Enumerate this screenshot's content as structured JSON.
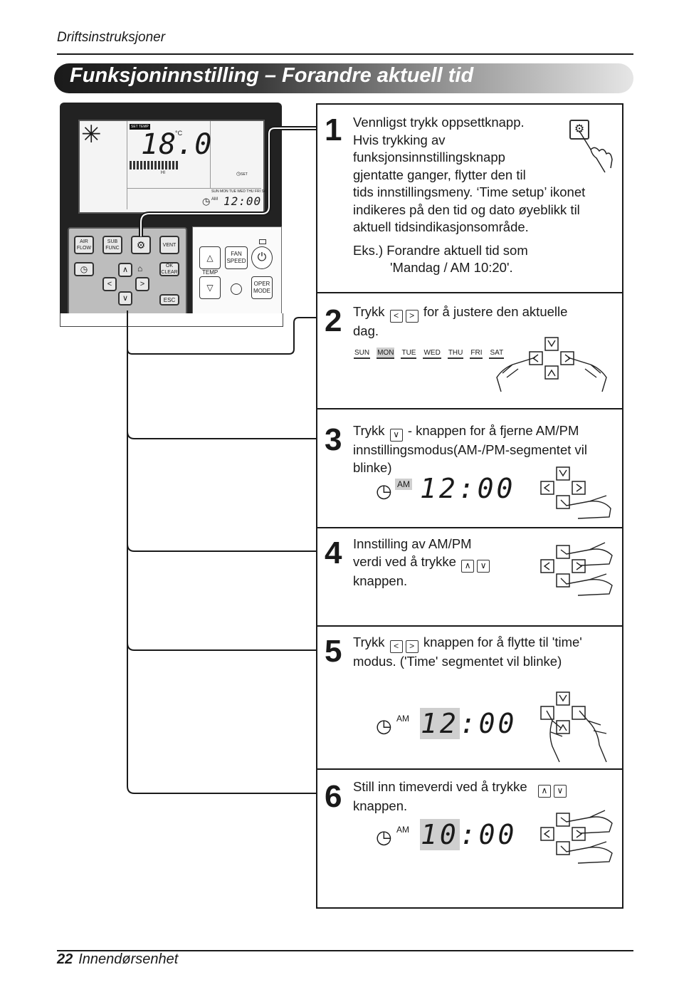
{
  "header": {
    "section": "Driftsinstruksjoner",
    "title": "Funksjoninnstilling – Forandre aktuell tid"
  },
  "remote": {
    "lcd": {
      "set_temp_label": "SET TEMP",
      "temperature": "18.0",
      "unit": "°C",
      "fan_level": "HI",
      "set_label": "SET",
      "days_small": "SUN MON TUE WED THU FRI SAT",
      "am": "AM",
      "time": "12:00"
    },
    "buttons": {
      "air_flow": "AIR FLOW",
      "sub_func": "SUB FUNC",
      "vent": "VENT",
      "ok_clear": "OK CLEAR",
      "esc": "ESC",
      "fan_speed": "FAN SPEED",
      "temp": "TEMP",
      "oper_mode": "OPER MODE"
    }
  },
  "steps": [
    {
      "number": "1",
      "lines": [
        "Vennligst trykk oppsettknapp.",
        "Hvis trykking av",
        "funksjonsinnstillingsknapp",
        "gjentatte ganger, flytter den til",
        "tids innstillingsmeny. ‘Time setup’ ikonet",
        "indikeres på den tid og dato øyeblikk til",
        "aktuell tidsindikasjonsområde."
      ],
      "example_1": "Eks.) Forandre aktuell tid som",
      "example_2": "'Mandag / AM 10:20'."
    },
    {
      "number": "2",
      "text_a": "Trykk",
      "text_b": "for å justere den aktuelle",
      "text_c": "dag.",
      "days": [
        "SUN",
        "MON",
        "TUE",
        "WED",
        "THU",
        "FRI",
        "SAT"
      ],
      "selected_day": "MON"
    },
    {
      "number": "3",
      "text_a": "Trykk",
      "text_b": "- knappen for å fjerne AM/PM",
      "text_c": "innstillingsmodus(AM-/PM-segmentet vil",
      "text_d": "blinke)",
      "am": "AM",
      "time": "12:00"
    },
    {
      "number": "4",
      "text_a": "Innstilling av AM/PM",
      "text_b": "verdi ved å trykke",
      "text_c": "knappen."
    },
    {
      "number": "5",
      "text_a": "Trykk",
      "text_b": "knappen for å flytte til 'time'",
      "text_c": "modus. ('Time' segmentet vil blinke)",
      "am": "AM",
      "hour": "12",
      "minutes": ":00"
    },
    {
      "number": "6",
      "text_a": "Still inn timeverdi ved å trykke",
      "text_b": "knappen.",
      "am": "AM",
      "hour": "10",
      "minutes": ":00"
    }
  ],
  "footer": {
    "page": "22",
    "label": "Innendørsenhet"
  }
}
